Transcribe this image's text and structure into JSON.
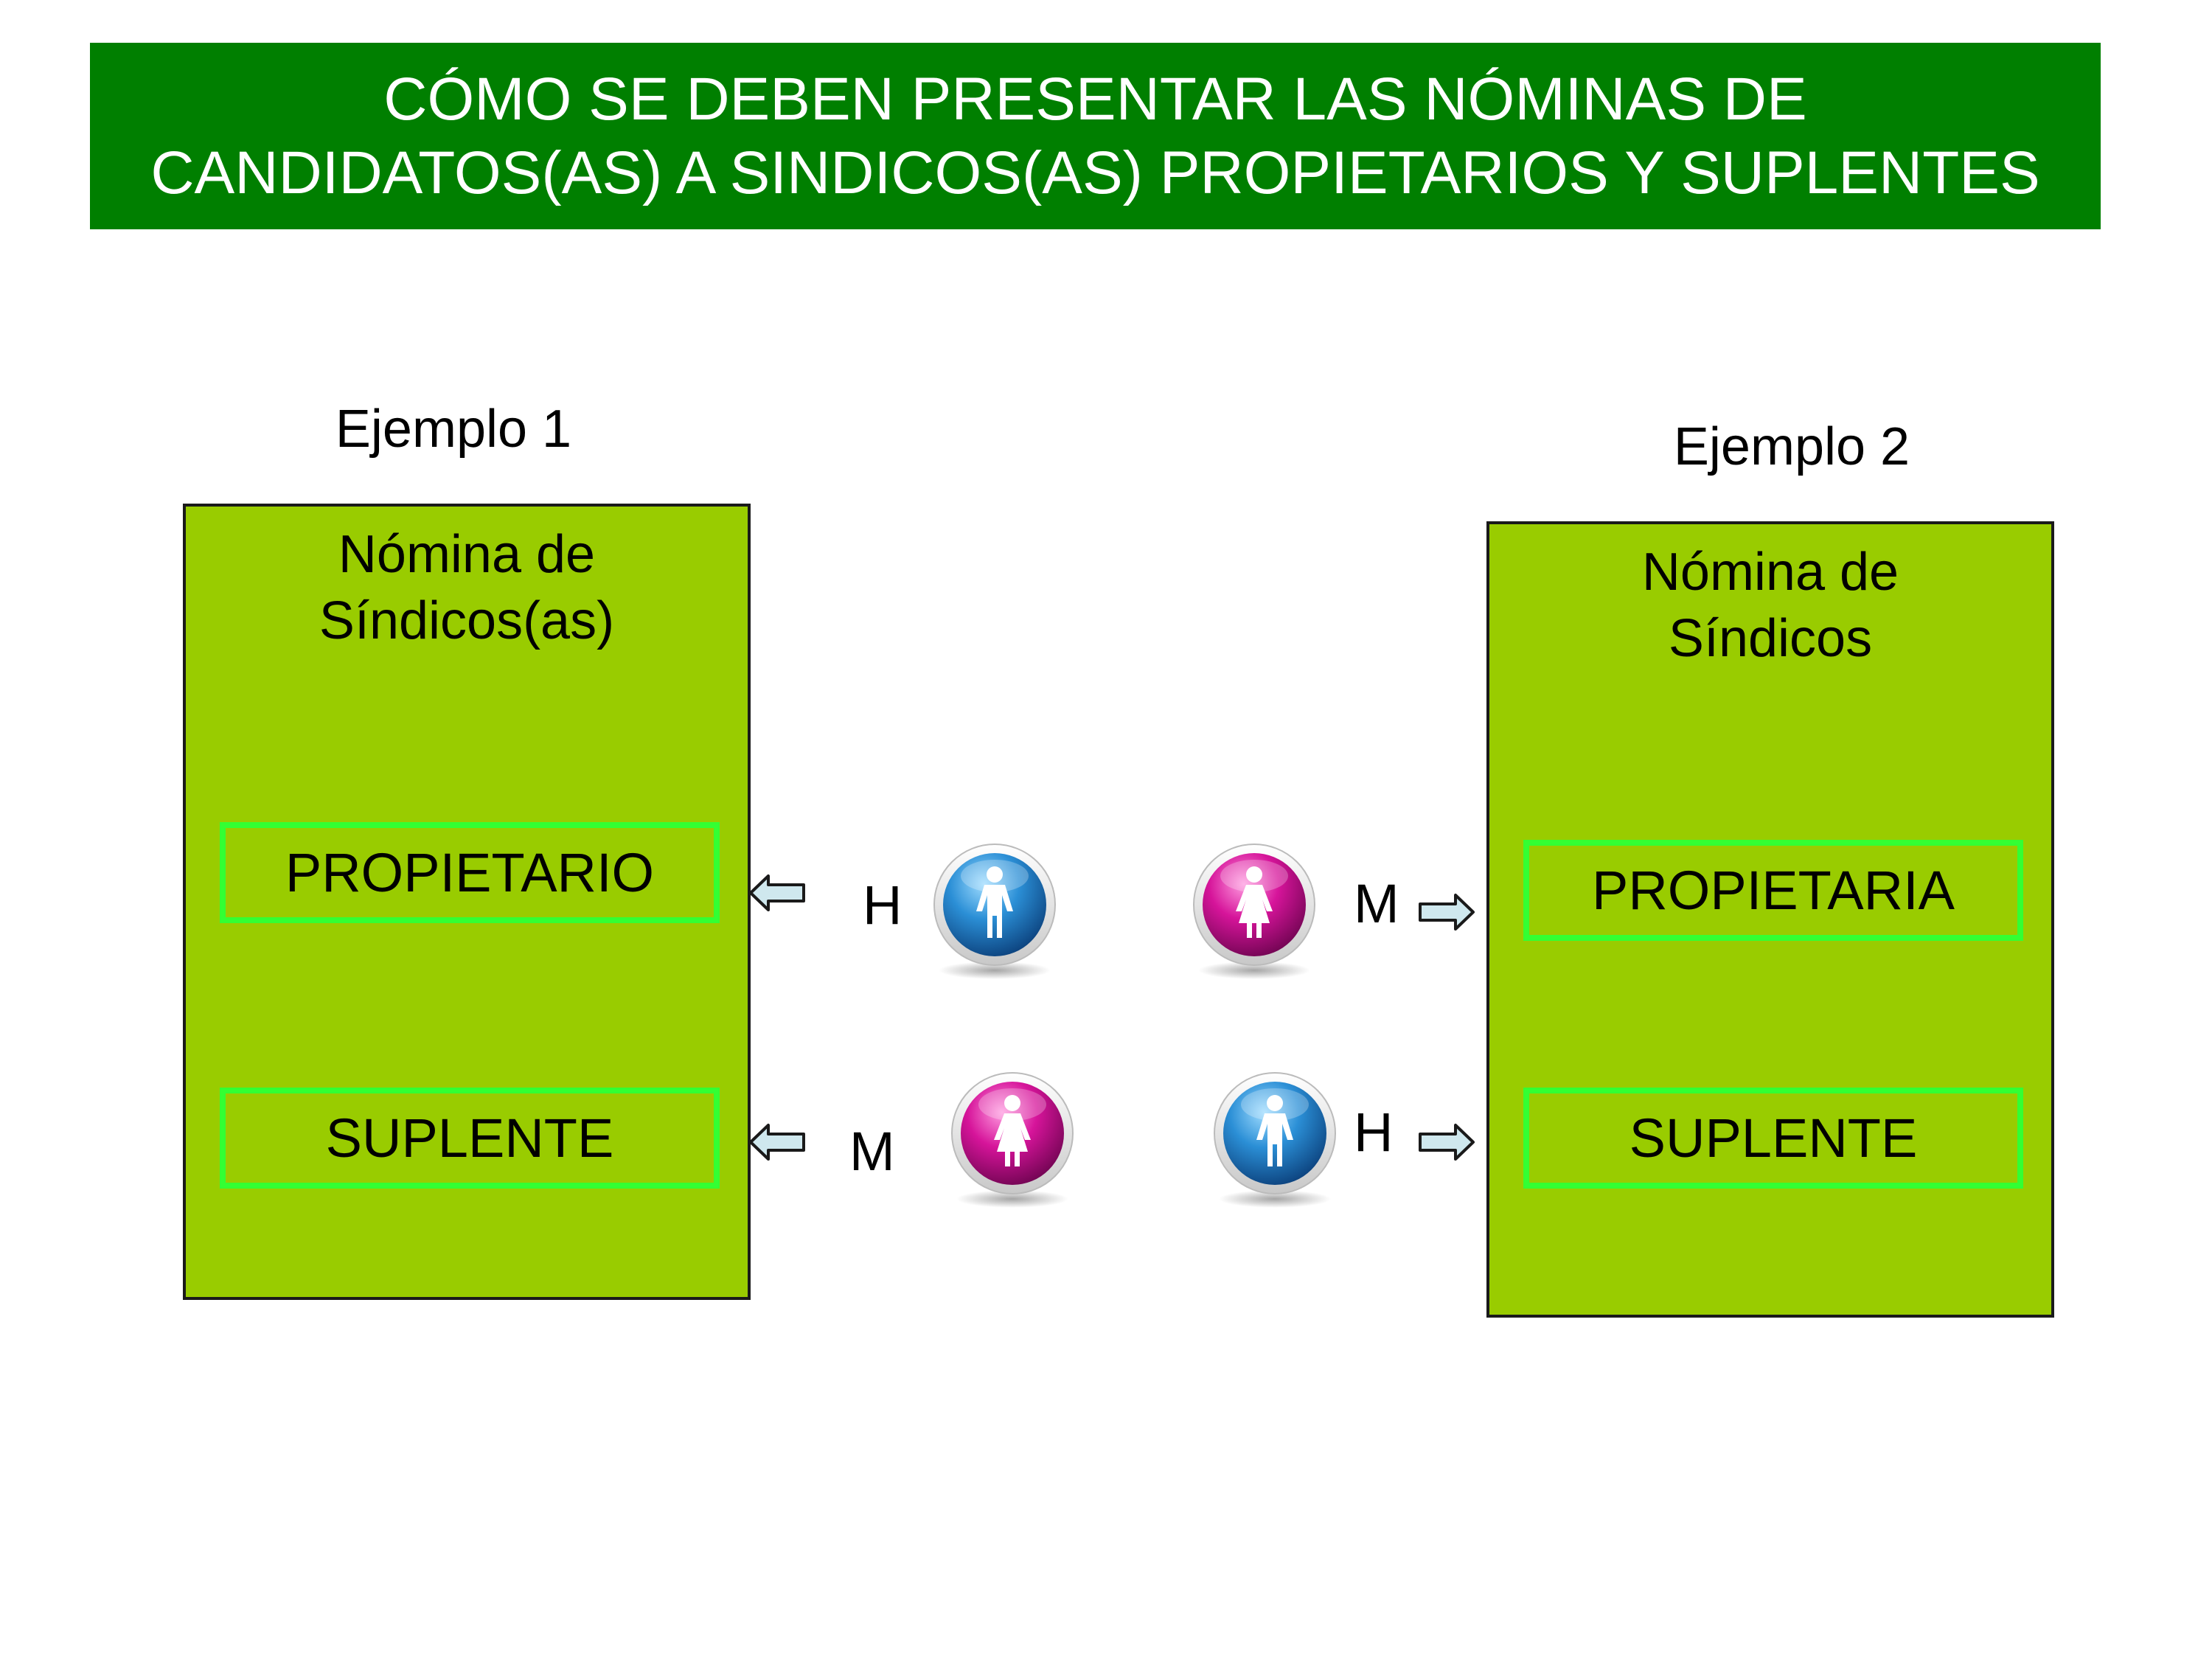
{
  "title": {
    "line1": "CÓMO SE DEBEN PRESENTAR LAS NÓMINAS DE",
    "line2": "CANDIDATOS(AS) A SINDICOS(AS) PROPIETARIOS Y SUPLENTES"
  },
  "example1": {
    "label": "Ejemplo 1",
    "nomina_line1": "Nómina de",
    "nomina_line2": "Síndicos(as)",
    "slot1": "PROPIETARIO",
    "slot2": "SUPLENTE",
    "slot1_letter": "H",
    "slot2_letter": "M"
  },
  "example2": {
    "label": "Ejemplo 2",
    "nomina_line1": "Nómina de",
    "nomina_line2": "Síndicos",
    "slot1": "PROPIETARIA",
    "slot2": "SUPLENTE",
    "slot1_letter": "M",
    "slot2_letter": "H"
  },
  "colors": {
    "title_bg": "#007f00",
    "box_bg": "#99cc00",
    "slot_border": "#33ff33",
    "man_icon": "#2b8fd6",
    "woman_icon": "#d6149a",
    "arrow_fill": "#cfe8ee"
  },
  "icons": {
    "man": "man-icon",
    "woman": "woman-icon",
    "arrow_left": "arrow-left-icon",
    "arrow_right": "arrow-right-icon"
  }
}
